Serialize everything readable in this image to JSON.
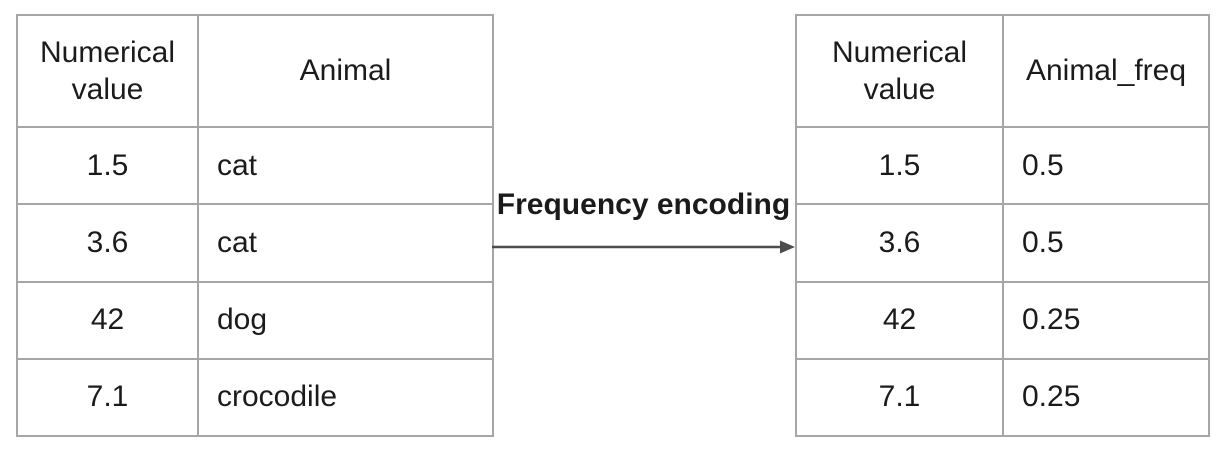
{
  "diagram": {
    "transform_label": "Frequency encoding",
    "left_table": {
      "headers": [
        "Numerical value",
        "Animal"
      ],
      "rows": [
        [
          "1.5",
          "cat"
        ],
        [
          "3.6",
          "cat"
        ],
        [
          "42",
          "dog"
        ],
        [
          "7.1",
          "crocodile"
        ]
      ]
    },
    "right_table": {
      "headers": [
        "Numerical value",
        "Animal_freq"
      ],
      "rows": [
        [
          "1.5",
          "0.5"
        ],
        [
          "3.6",
          "0.5"
        ],
        [
          "42",
          "0.25"
        ],
        [
          "7.1",
          "0.25"
        ]
      ]
    },
    "colors": {
      "border": "#a6a6a6",
      "arrow": "#4d4d4d",
      "text": "#1b1b1b",
      "background": "#ffffff"
    }
  }
}
